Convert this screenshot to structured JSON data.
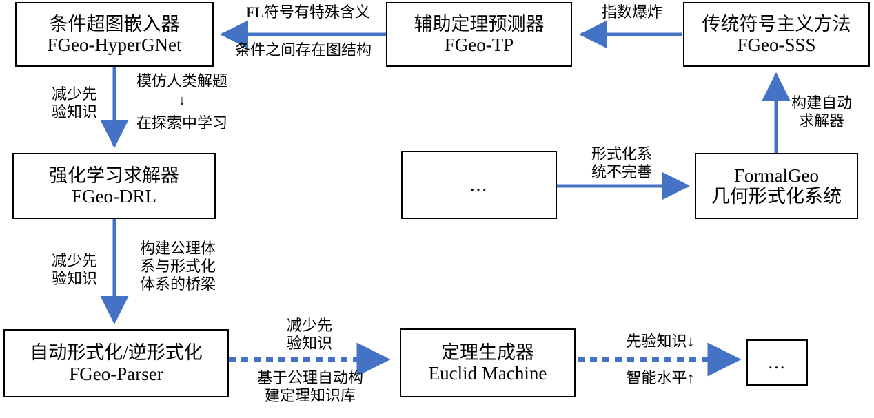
{
  "diagram": {
    "accent_color": "#4472C4",
    "line_color": "#000000",
    "nodes": {
      "hypergnet": {
        "line1": "条件超图嵌入器",
        "line2": "FGeo-HyperGNet"
      },
      "tp": {
        "line1": "辅助定理预测器",
        "line2": "FGeo-TP"
      },
      "sss": {
        "line1": "传统符号主义方法",
        "line2": "FGeo-SSS"
      },
      "drl": {
        "line1": "强化学习求解器",
        "line2": "FGeo-DRL"
      },
      "mid_ellipsis": {
        "line1": "…",
        "line2": ""
      },
      "formalgeo": {
        "line1": "FormalGeo",
        "line2": "几何形式化系统"
      },
      "parser": {
        "line1": "自动形式化/逆形式化",
        "line2": "FGeo-Parser"
      },
      "euclid": {
        "line1": "定理生成器",
        "line2": "Euclid Machine"
      },
      "end_ellipsis": {
        "line1": "…",
        "line2": ""
      }
    },
    "edge_labels": {
      "tp_to_hypergnet_above": "FL符号有特殊含义",
      "tp_to_hypergnet_below": "条件之间存在图结构",
      "sss_to_tp": "指数爆炸",
      "hypergnet_to_drl_left": "减少先\n验知识",
      "hypergnet_to_drl_right_top": "模仿人类解题",
      "hypergnet_to_drl_right_arrow": "↓",
      "hypergnet_to_drl_right_bottom": "在探索中学习",
      "formalgeo_to_sss": "构建自动\n求解器",
      "mid_to_formalgeo": "形式化系\n统不完善",
      "drl_to_parser_left": "减少先\n验知识",
      "drl_to_parser_right": "构建公理体\n系与形式化\n体系的桥梁",
      "parser_to_euclid_above": "减少先\n验知识",
      "parser_to_euclid_below": "基于公理自动构\n建定理知识库",
      "euclid_to_end_above": "先验知识↓",
      "euclid_to_end_below": "智能水平↑"
    }
  }
}
